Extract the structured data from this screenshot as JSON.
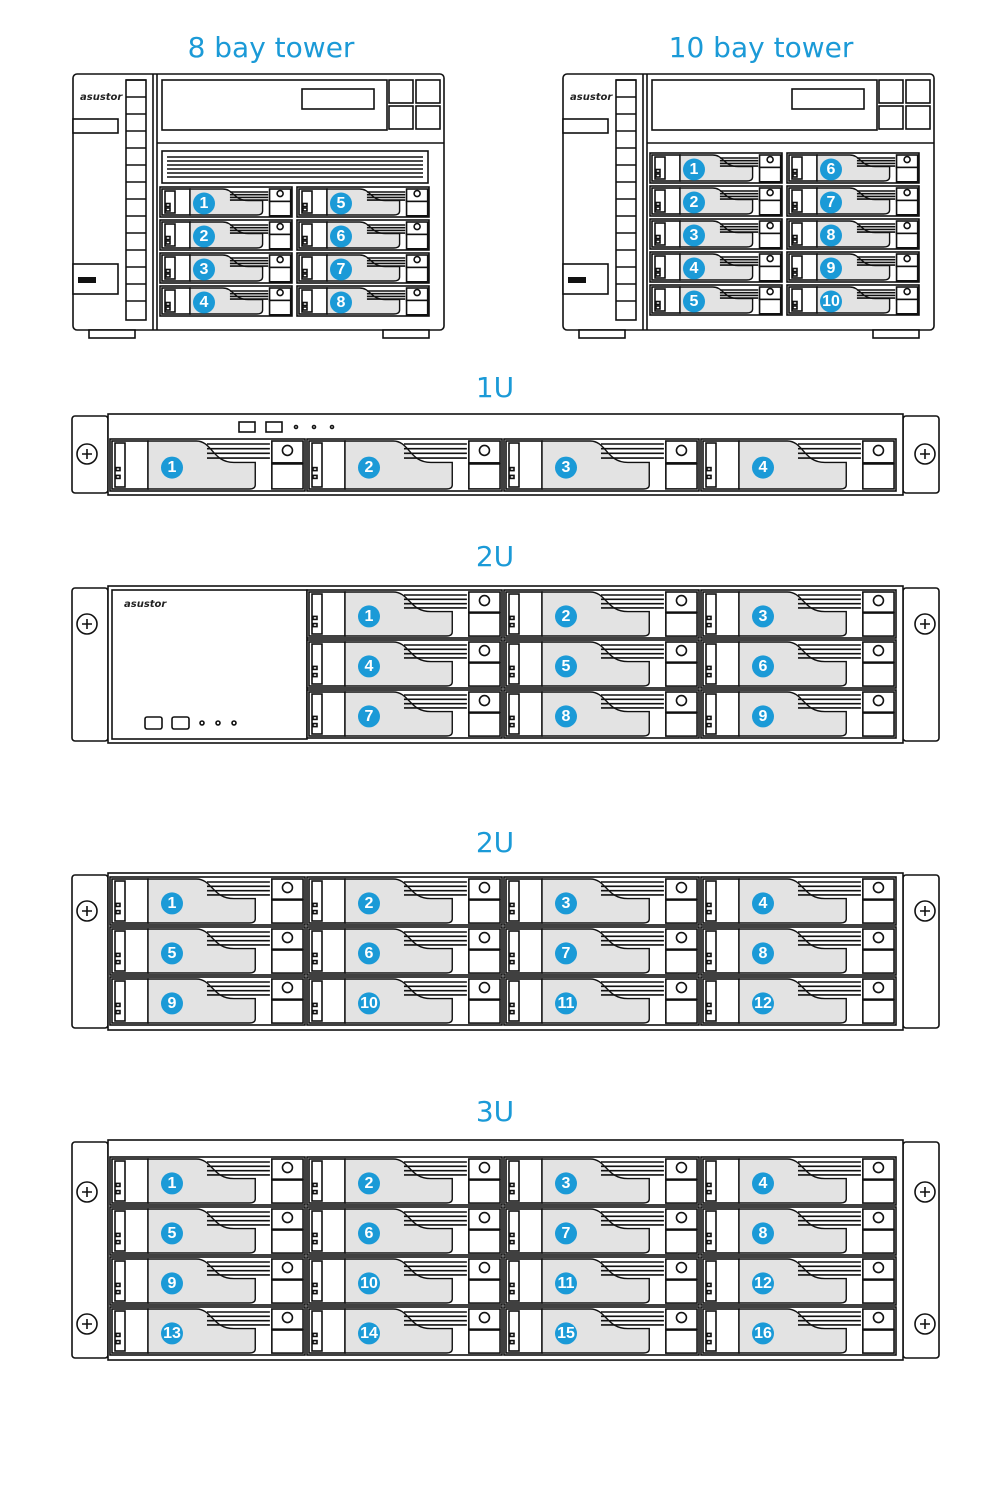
{
  "brand_color": "#1b9ad7",
  "logo_text": "asustor",
  "devices": [
    {
      "id": "tower8",
      "title": "8 bay tower",
      "bays": [
        "1",
        "2",
        "3",
        "4",
        "5",
        "6",
        "7",
        "8"
      ]
    },
    {
      "id": "tower10",
      "title": "10 bay tower",
      "bays": [
        "1",
        "2",
        "3",
        "4",
        "5",
        "6",
        "7",
        "8",
        "9",
        "10"
      ]
    },
    {
      "id": "rack1u",
      "title": "1U",
      "bays": [
        "1",
        "2",
        "3",
        "4"
      ]
    },
    {
      "id": "rack2u9",
      "title": "2U",
      "bays": [
        "1",
        "2",
        "3",
        "4",
        "5",
        "6",
        "7",
        "8",
        "9"
      ]
    },
    {
      "id": "rack2u12",
      "title": "2U",
      "bays": [
        "1",
        "2",
        "3",
        "4",
        "5",
        "6",
        "7",
        "8",
        "9",
        "10",
        "11",
        "12"
      ]
    },
    {
      "id": "rack3u16",
      "title": "3U",
      "bays": [
        "1",
        "2",
        "3",
        "4",
        "5",
        "6",
        "7",
        "8",
        "9",
        "10",
        "11",
        "12",
        "13",
        "14",
        "15",
        "16"
      ]
    }
  ]
}
